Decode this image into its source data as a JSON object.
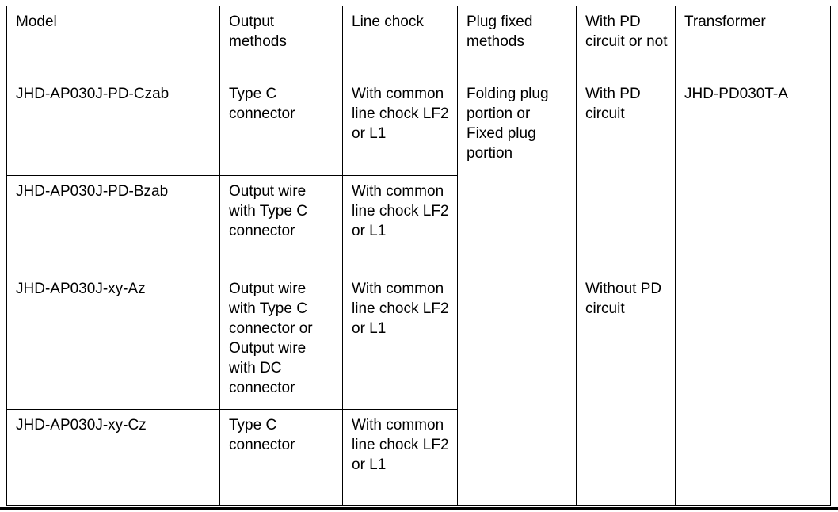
{
  "table": {
    "columns": [
      {
        "key": "model",
        "label": "Model"
      },
      {
        "key": "output",
        "label": "Output methods"
      },
      {
        "key": "chock",
        "label": "Line chock"
      },
      {
        "key": "plug",
        "label": "Plug fixed methods"
      },
      {
        "key": "pd",
        "label": "With PD circuit or not"
      },
      {
        "key": "transformer",
        "label": "Transformer"
      }
    ],
    "rows": [
      {
        "model": "JHD-AP030J-PD-Czab",
        "output": "Type C connector",
        "chock": "With common line chock LF2 or L1"
      },
      {
        "model": "JHD-AP030J-PD-Bzab",
        "output": "Output wire with Type C connector",
        "chock": "With common line chock LF2 or L1"
      },
      {
        "model": "JHD-AP030J-xy-Az",
        "output": "Output wire with Type C connector or Output wire with DC connector",
        "chock": "With common line chock LF2 or L1"
      },
      {
        "model": "JHD-AP030J-xy-Cz",
        "output": "Type C connector",
        "chock": "With common line chock LF2 or L1"
      }
    ],
    "merged": {
      "plug_fixed_methods": "Folding plug portion or Fixed plug portion",
      "pd_with": "With PD circuit",
      "pd_without": "Without PD circuit",
      "transformer": "JHD-PD030T-A"
    }
  },
  "colors": {
    "border": "#000000",
    "text": "#000000",
    "background": "#ffffff"
  }
}
